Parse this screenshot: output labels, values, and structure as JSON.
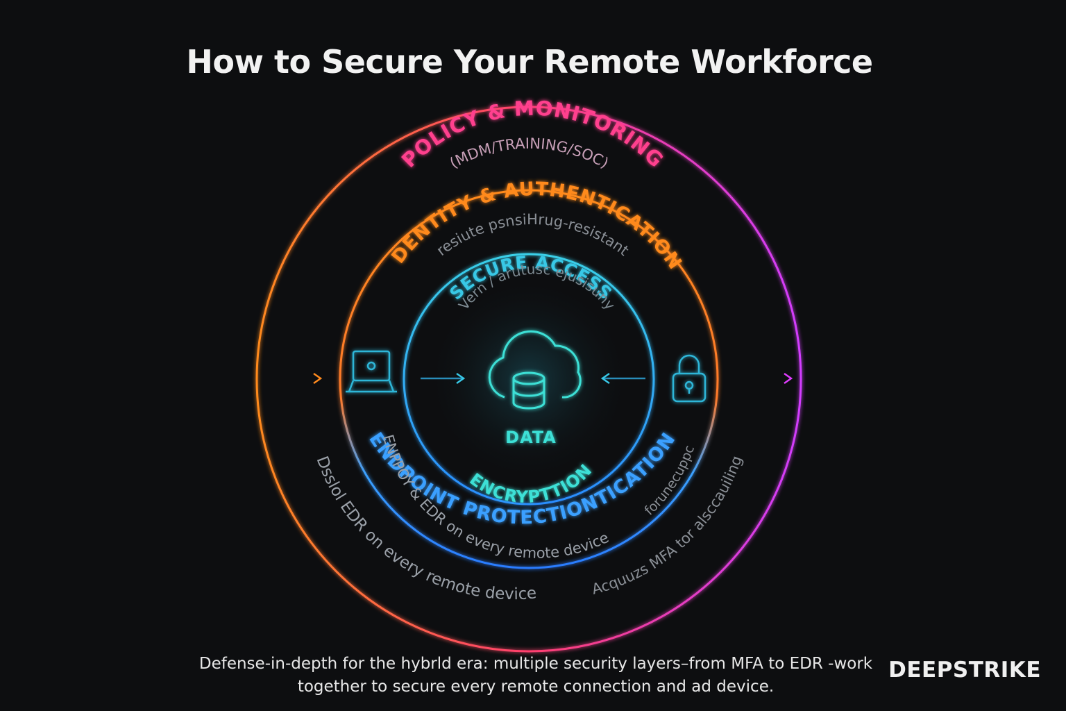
{
  "title": "How to Secure Your Remote Workforce",
  "layers": {
    "policy": {
      "label": "POLICY & MONITORING",
      "sub": "(MDM/TRAINING/SOC)"
    },
    "identity": {
      "label": "IDENTITY & AUTHENTICATION",
      "sub": "resiute psnsiHrug-resistant"
    },
    "access": {
      "label": "SECURE ACCESS",
      "sub": "Vern / arutusc ejusisuny"
    },
    "core": {
      "line1": "DATA",
      "line2": "ENCRYPTTION"
    },
    "endpoint": {
      "label": "ENDPOINT PROTECTIONTICATION",
      "sub_top": "ENPPOY & EDR on every remote device",
      "sub_right": "forunecuppc"
    },
    "outer_bottom_left": "Dsslol EDR on every remote device",
    "outer_bottom_right": "Acquuzs MFA tor alsccauiling"
  },
  "icons": {
    "left": "laptop-icon",
    "center": "cloud-database-icon",
    "right": "padlock-icon"
  },
  "colors": {
    "background": "#0d0e10",
    "policy": "#ff3f8e",
    "identity": "#ff8a1e",
    "access": "#38c8e6",
    "core": "#3ee0d6",
    "endpoint": "#3aa0ff",
    "muted": "#8a8f96"
  },
  "caption": {
    "line1": "Defense-in-depth for the hybrld era: multiple security layers–from MFA to EDR -work",
    "line2": "together to secure every remote connection and ad device."
  },
  "brand": "DEEPSTRIKE"
}
